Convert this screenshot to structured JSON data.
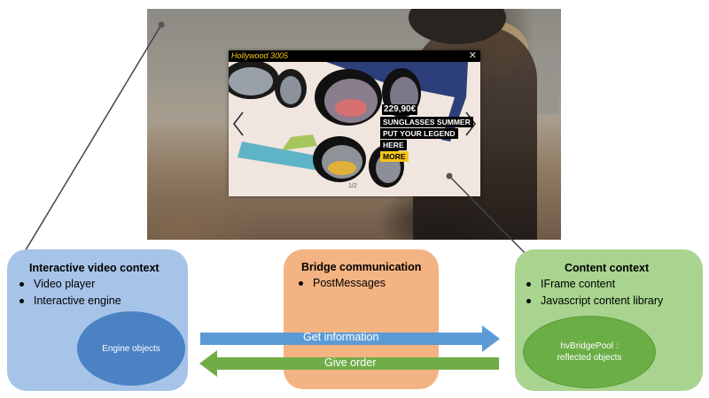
{
  "popup": {
    "title": "Hollywood 3005",
    "close_glyph": "✕",
    "price": "229,90€",
    "promo_lines": [
      "SUNGLASSES SUMMER",
      "PUT YOUR LEGEND",
      "HERE"
    ],
    "more_label": "MORE",
    "pager": "1/2"
  },
  "boxes": {
    "left": {
      "title": "Interactive video context",
      "items": [
        "Video player",
        "Interactive engine"
      ],
      "ellipse": "Engine objects",
      "color": "#a6c4e8"
    },
    "middle": {
      "title": "Bridge communication",
      "items": [
        "PostMessages"
      ],
      "color": "#f3b383"
    },
    "right": {
      "title": "Content context",
      "items": [
        "IFrame content",
        "Javascript content library"
      ],
      "ellipse_line1": "hvBridgePool :",
      "ellipse_line2": "reflected objects",
      "color": "#a8d48f"
    }
  },
  "arrows": {
    "get_information": "Get information",
    "give_order": "Give order",
    "blue": "#5b9bd5",
    "green": "#70ad47"
  }
}
